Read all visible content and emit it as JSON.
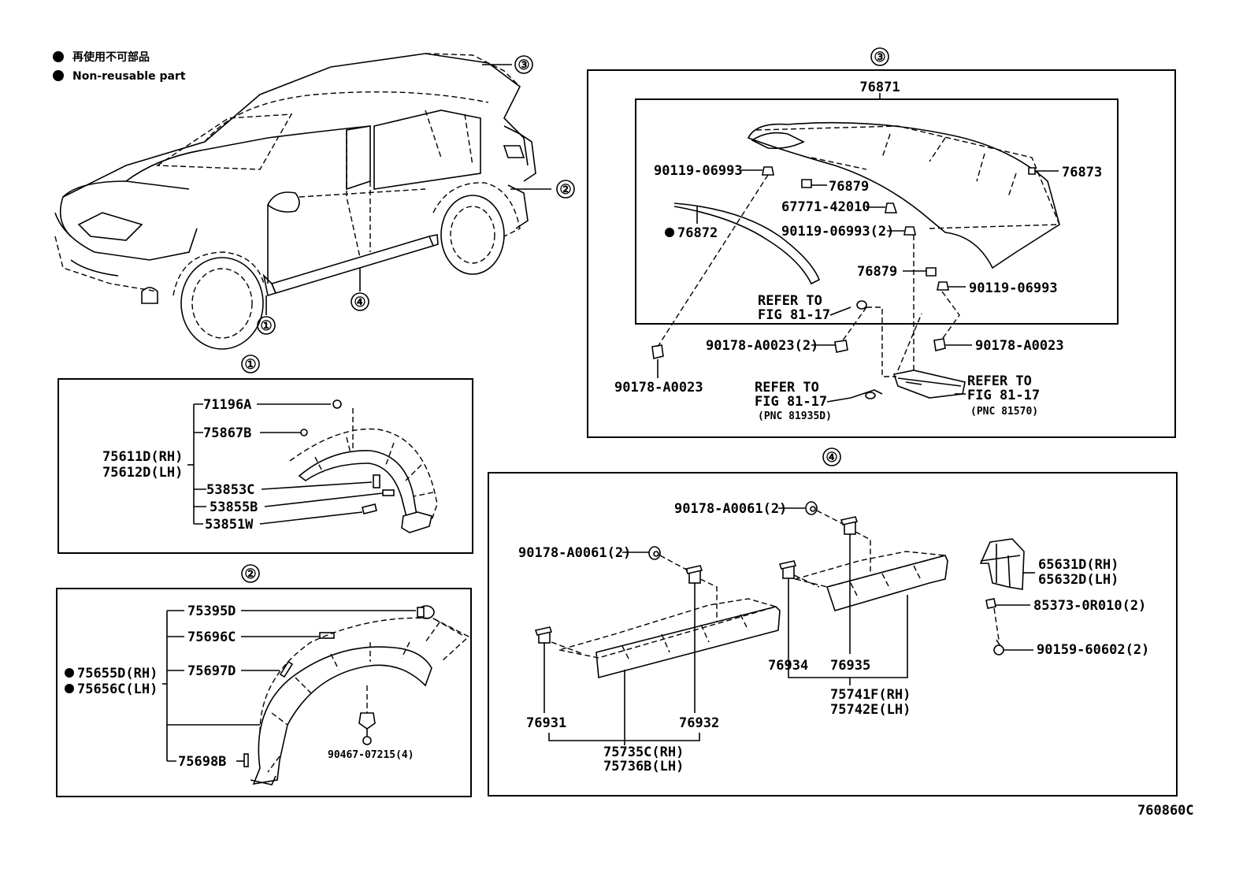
{
  "legend": {
    "jp": "再使用不可部品",
    "en": "Non-reusable part"
  },
  "overview": {
    "callouts": [
      "①",
      "②",
      "③",
      "④"
    ]
  },
  "section1": {
    "title": "①",
    "labels": {
      "p71196A": "71196A",
      "p75867B": "75867B",
      "p75611D": "75611D(RH)",
      "p75612D": "75612D(LH)",
      "p53853C": "53853C",
      "p53855B": "53855B",
      "p53851W": "53851W"
    }
  },
  "section2": {
    "title": "②",
    "labels": {
      "p75395D": "75395D",
      "p75696C": "75696C",
      "p75697D": "75697D",
      "p75655D": "75655D(RH)",
      "p75656C": "75656C(LH)",
      "p75698B": "75698B",
      "p90467": "90467-07215(4)"
    }
  },
  "section3": {
    "title": "③",
    "labels": {
      "p76871": "76871",
      "p90119a": "90119-06993",
      "p76879a": "76879",
      "p76873": "76873",
      "p67771": "67771-42010",
      "p76872": "76872",
      "p90119b": "90119-06993(2)",
      "p76879b": "76879",
      "p90119c": "90119-06993",
      "refer1a": "REFER TO",
      "refer1b": "FIG 81-17",
      "p90178a": "90178-A0023(2)",
      "p90178b": "90178-A0023",
      "p90178c": "90178-A0023",
      "refer2a": "REFER TO",
      "refer2b": "FIG 81-17",
      "refer2c": "(PNC 81935D)",
      "refer3a": "REFER TO",
      "refer3b": "FIG 81-17",
      "refer3c": "(PNC 81570)"
    }
  },
  "section4": {
    "title": "④",
    "labels": {
      "p90178a": "90178-A0061(2)",
      "p90178b": "90178-A0061(2)",
      "p65631D": "65631D(RH)",
      "p65632D": "65632D(LH)",
      "p85373": "85373-0R010(2)",
      "p90159": "90159-60602(2)",
      "p76934": "76934",
      "p76935": "76935",
      "p75741F": "75741F(RH)",
      "p75742E": "75742E(LH)",
      "p76931": "76931",
      "p76932": "76932",
      "p75735C": "75735C(RH)",
      "p75736B": "75736B(LH)"
    }
  },
  "figure_code": "760860C"
}
